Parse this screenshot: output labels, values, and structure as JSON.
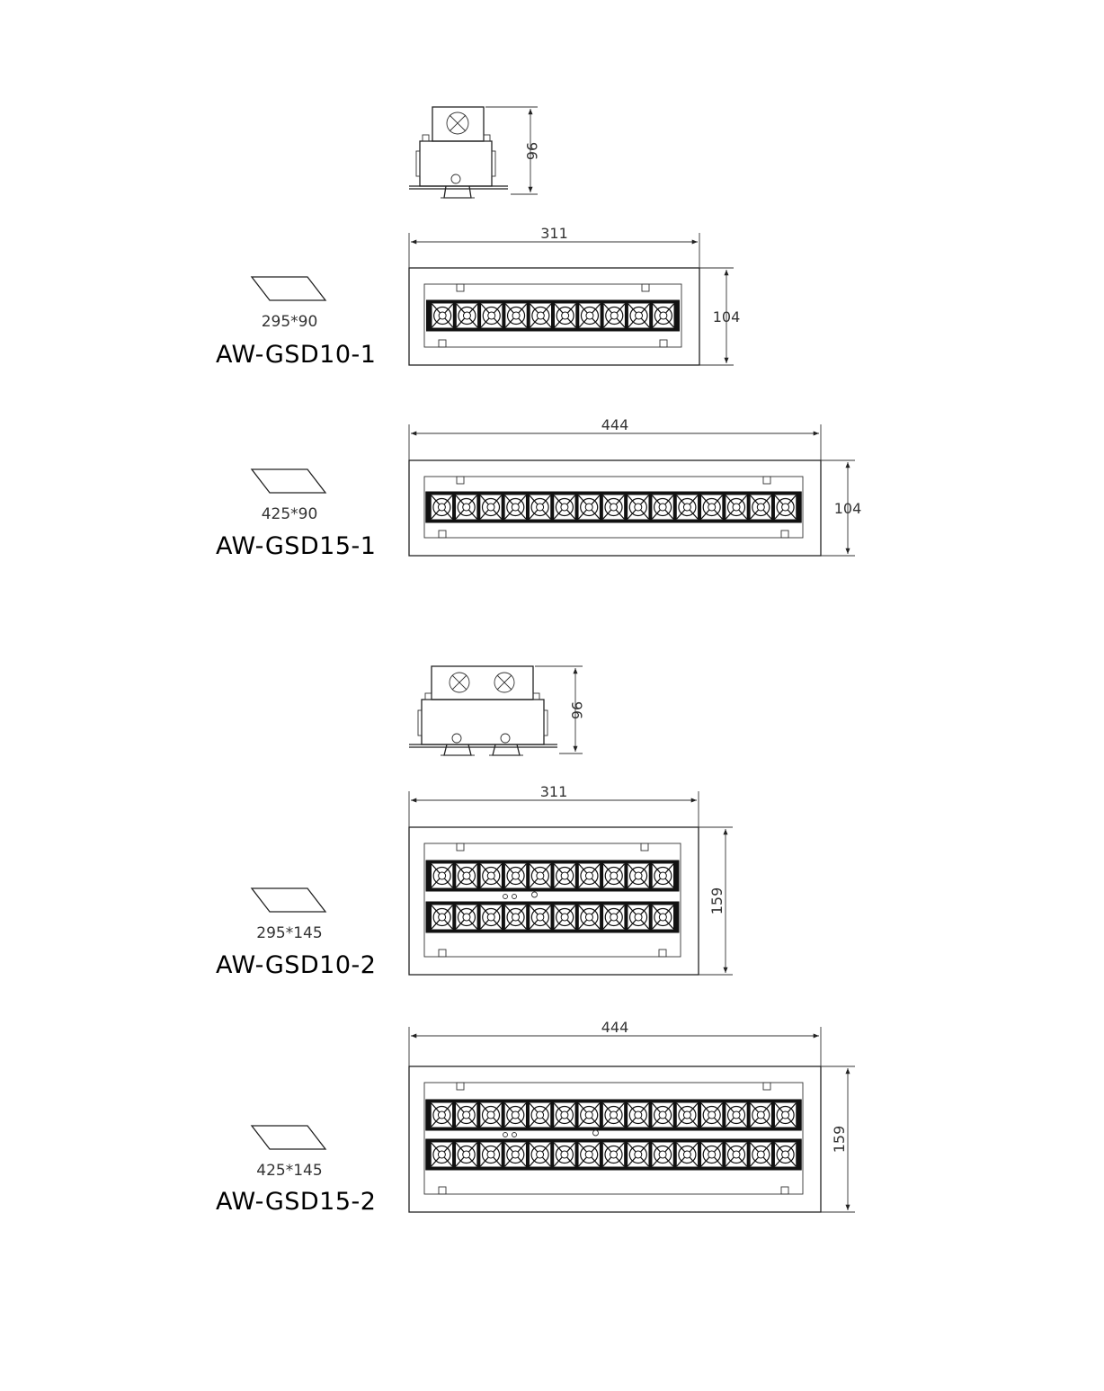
{
  "colors": {
    "line": "#222222",
    "led": "#1a1a1a",
    "paper": "#ffffff"
  },
  "side_views": [
    {
      "model": "AW-GSD10-1",
      "height_label": "96",
      "lamps": 1
    },
    {
      "model": "AW-GSD10-2",
      "height_label": "96",
      "lamps": 2
    }
  ],
  "products": [
    {
      "model": "AW-GSD10-1",
      "cutout": "295*90",
      "width_label": "311",
      "height_label": "104",
      "rows": 1,
      "leds": 10
    },
    {
      "model": "AW-GSD15-1",
      "cutout": "425*90",
      "width_label": "444",
      "height_label": "104",
      "rows": 1,
      "leds": 15
    },
    {
      "model": "AW-GSD10-2",
      "cutout": "295*145",
      "width_label": "311",
      "height_label": "159",
      "rows": 2,
      "leds": 10
    },
    {
      "model": "AW-GSD15-2",
      "cutout": "425*145",
      "width_label": "444",
      "height_label": "159",
      "rows": 2,
      "leds": 15
    }
  ]
}
